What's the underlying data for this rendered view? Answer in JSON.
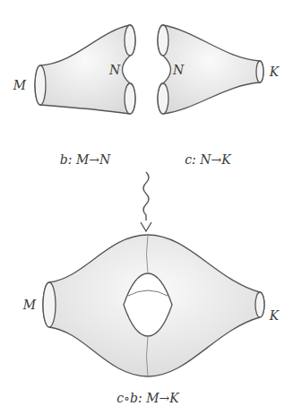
{
  "diagram": {
    "labels": [
      "M",
      "N",
      "N",
      "K",
      "b: M→N",
      "c: N→K",
      "M",
      "K",
      "c∘b: M→K"
    ]
  }
}
